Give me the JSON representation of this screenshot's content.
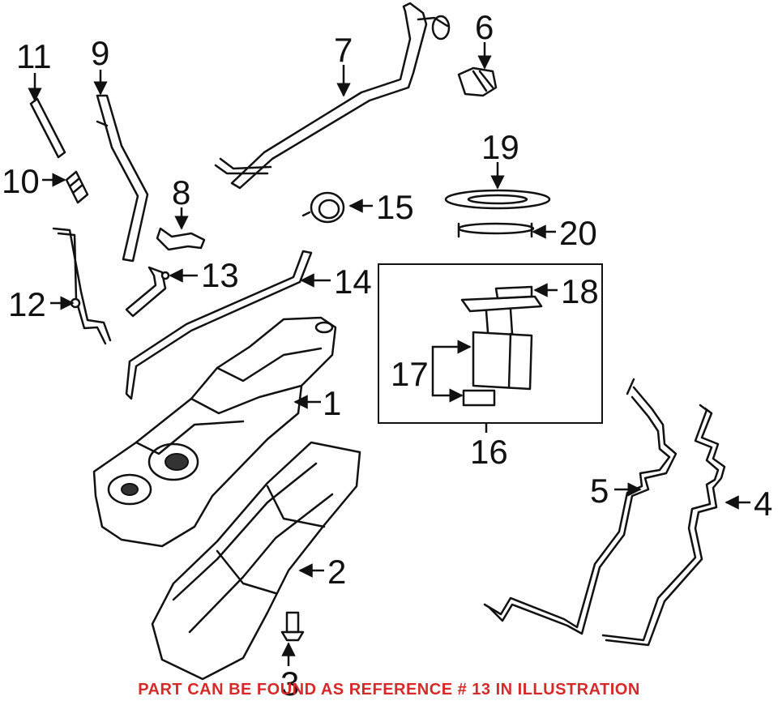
{
  "callouts": {
    "c1": "1",
    "c2": "2",
    "c3": "3",
    "c4": "4",
    "c5": "5",
    "c6": "6",
    "c7": "7",
    "c8": "8",
    "c9": "9",
    "c10": "10",
    "c11": "11",
    "c12": "12",
    "c13": "13",
    "c14": "14",
    "c15": "15",
    "c16": "16",
    "c17": "17",
    "c18": "18",
    "c19": "19",
    "c20": "20"
  },
  "footer": {
    "note": "PART CAN BE FOUND AS REFERENCE # 13 IN ILLUSTRATION",
    "note_color": "#d42a2a"
  }
}
